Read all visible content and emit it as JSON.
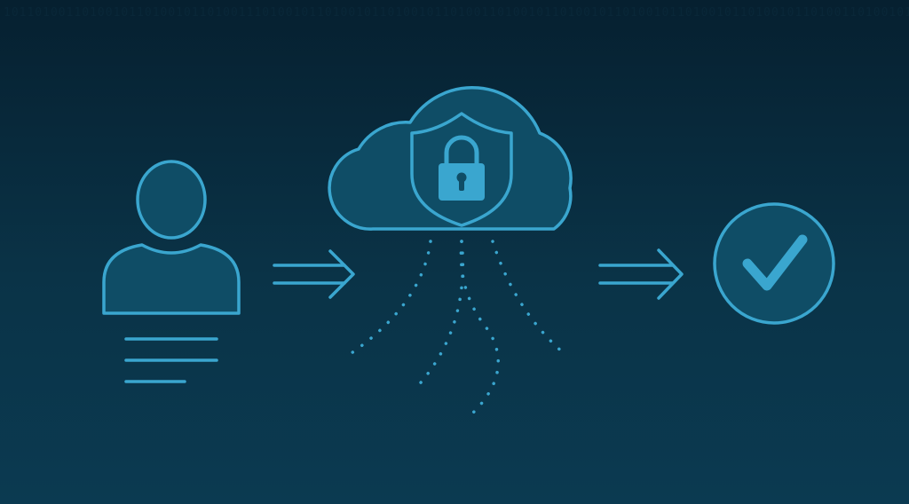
{
  "diagram": {
    "nodes": [
      {
        "id": "user",
        "icon": "user-icon"
      },
      {
        "id": "secure-cloud",
        "icon": "cloud-shield-lock-icon"
      },
      {
        "id": "verified",
        "icon": "check-circle-icon"
      }
    ],
    "edges": [
      {
        "from": "user",
        "to": "secure-cloud",
        "icon": "double-arrow-right-icon"
      },
      {
        "from": "secure-cloud",
        "to": "verified",
        "icon": "double-arrow-right-icon"
      }
    ],
    "decorations": [
      "text-lines-icon",
      "dotted-data-streams",
      "binary-code-background"
    ]
  },
  "colors": {
    "accent": "#3aa6cf",
    "fill": "#0f4d66",
    "background_top": "#062030",
    "background_bottom": "#0b3a51"
  }
}
